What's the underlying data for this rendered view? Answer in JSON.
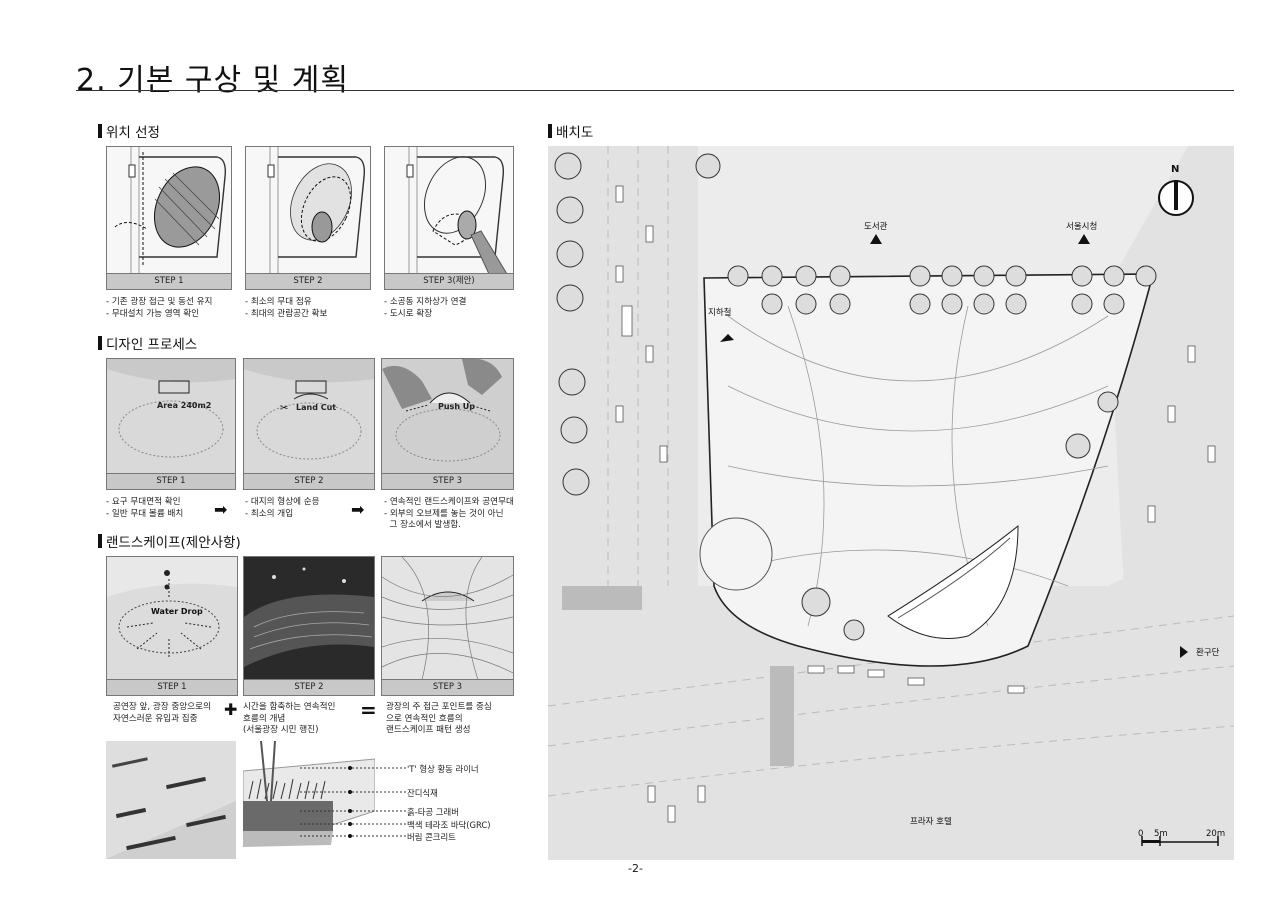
{
  "page": {
    "title": "2. 기본 구상 및 계획",
    "page_number": "-2-"
  },
  "location": {
    "heading": "위치 선정",
    "steps": [
      {
        "label": "STEP 1",
        "notes": "- 기존 광장 접근 및 동선 유지\n- 무대설치 가능 영역 확인"
      },
      {
        "label": "STEP 2",
        "notes": "- 최소의 무대 점유\n- 최대의 관람공간 확보"
      },
      {
        "label": "STEP 3(제안)",
        "notes": "- 소공동 지하상가 연결\n- 도시로 확장"
      }
    ]
  },
  "design": {
    "heading": "디자인 프로세스",
    "steps": [
      {
        "label": "STEP 1",
        "model_text": "Area 240m2",
        "notes": "- 요구 무대면적 확인\n- 일반 무대 볼륨 배치"
      },
      {
        "label": "STEP 2",
        "model_text": "Land Cut",
        "notes": "- 대지의 형상에 순응\n- 최소의 개입"
      },
      {
        "label": "STEP 3",
        "model_text": "Push Up",
        "notes": "- 연속적인 랜드스케이프와 공연무대\n- 외부의 오브제를 놓는 것이 아닌\n  그 장소에서 발생함."
      }
    ]
  },
  "landscape": {
    "heading": "랜드스케이프(제안사항)",
    "steps": [
      {
        "label": "STEP 1",
        "model_text": "Water Drop",
        "notes": "공연장 앞, 광장 중앙으로의\n자연스러운 유입과 집중"
      },
      {
        "label": "STEP 2",
        "notes": "시간을 함축하는 연속적인\n흐름의 개념\n(서울광장 시민 행진)"
      },
      {
        "label": "STEP 3",
        "notes": "광장의 주 접근 포인트를 중심\n으로 연속적인 흐름의\n랜드스케이프 패턴 생성"
      }
    ],
    "legend": [
      "'T' 형상 황동 라이너",
      "잔디식재",
      "흙-타공 그래버",
      "백색 테라조 바닥(GRC)",
      "버림 콘크리트"
    ]
  },
  "siteplan": {
    "heading": "배치도",
    "labels": {
      "library": "도서관",
      "cityhall": "서울시청",
      "subway": "지하철",
      "hwangudan": "환구단",
      "hotel": "프라자 호텔",
      "north": "N"
    },
    "scale": {
      "zero": "0",
      "five": "5m",
      "twenty": "20m"
    }
  },
  "colors": {
    "frame": "#777777",
    "step_bar": "#c8c8c8",
    "road": "#e6e6e6"
  }
}
